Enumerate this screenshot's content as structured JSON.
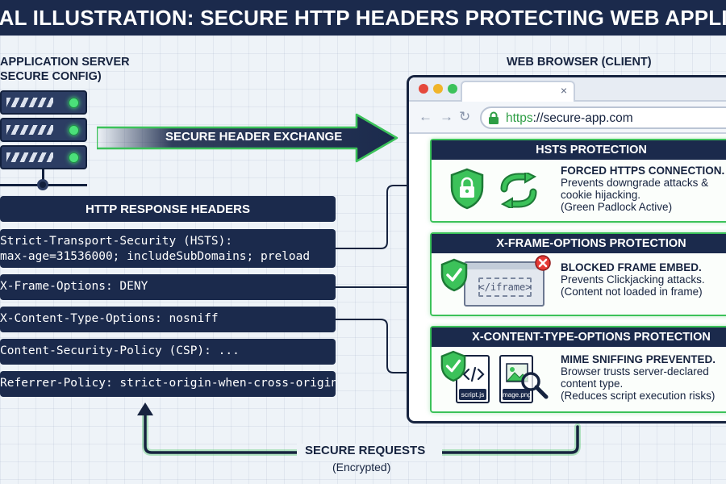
{
  "title": "ACTICAL ILLUSTRATION: SECURE HTTP HEADERS PROTECTING WEB APPLICATIO",
  "server": {
    "label_line1": "APPLICATION SERVER",
    "label_line2": "SECURE CONFIG)"
  },
  "browser_label": "WEB BROWSER (CLIENT)",
  "exchange_label": "SECURE HEADER EXCHANGE",
  "headers": {
    "title": "HTTP RESPONSE HEADERS",
    "rows": [
      {
        "key": "Strict-Transport-Security (HSTS):",
        "value": "max-age=31536000; includeSubDomains; preload"
      },
      {
        "key": "X-Frame-Options:",
        "value": " DENY"
      },
      {
        "key": "X-Content-Type-Options:",
        "value": " nosniff"
      },
      {
        "key": "Content-Security-Policy (CSP):",
        "value": " ..."
      },
      {
        "key": "Referrer-Policy:",
        "value": " strict-origin-when-cross-origin"
      }
    ]
  },
  "browser": {
    "tab_close": "×",
    "url_scheme": "https",
    "url_rest": "://secure-app.com"
  },
  "panels": [
    {
      "heading": "HSTS PROTECTION",
      "line1": "FORCED HTTPS CONNECTION.",
      "line2": "Prevents downgrade attacks &",
      "line3": "cookie hijacking.",
      "line4": "(Green Padlock Active)"
    },
    {
      "heading": "X-FRAME-OPTIONS PROTECTION",
      "iframe_tag": "</iframe>",
      "line1": "BLOCKED FRAME EMBED.",
      "line2": "Prevents Clickjacking attacks.",
      "line3": "(Content not loaded in frame)"
    },
    {
      "heading": "X-CONTENT-TYPE-OPTIONS PROTECTION",
      "file1": "script.js",
      "file2": "image.png",
      "line1": "MIME SNIFFING PREVENTED.",
      "line2": "Browser trusts server-declared",
      "line3": "content type.",
      "line4": "(Reduces script execution risks)"
    }
  ],
  "requests": {
    "label": "SECURE REQUESTS",
    "sub": "(Encrypted)"
  },
  "colors": {
    "navy": "#1b2a4c",
    "accent_green": "#3cc25a",
    "alert_red": "#e53935"
  }
}
